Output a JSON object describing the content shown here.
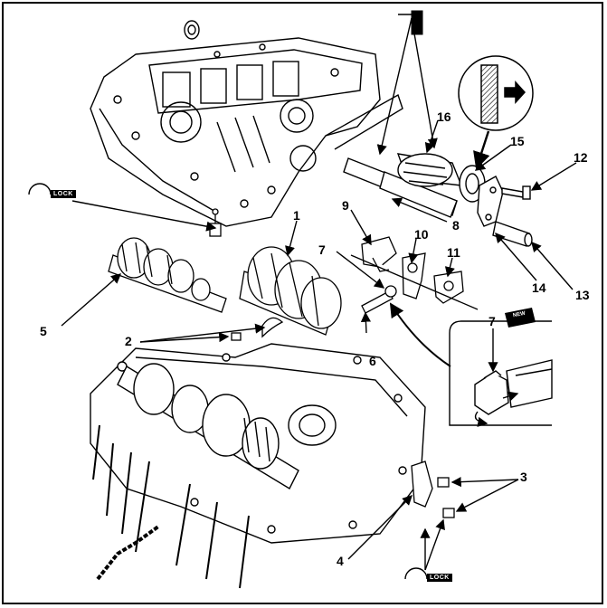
{
  "diagram": {
    "callouts": {
      "c1": "1",
      "c2": "2",
      "c3": "3",
      "c4": "4",
      "c5": "5",
      "c6": "6",
      "c7a": "7",
      "c7b": "7",
      "c8": "8",
      "c9": "9",
      "c10": "10",
      "c11": "11",
      "c12": "12",
      "c13": "13",
      "c14": "14",
      "c15": "15",
      "c16": "16"
    },
    "tags": {
      "lock_top": "LOCK",
      "lock_bottom": "LOCK",
      "new": "NEW"
    }
  }
}
